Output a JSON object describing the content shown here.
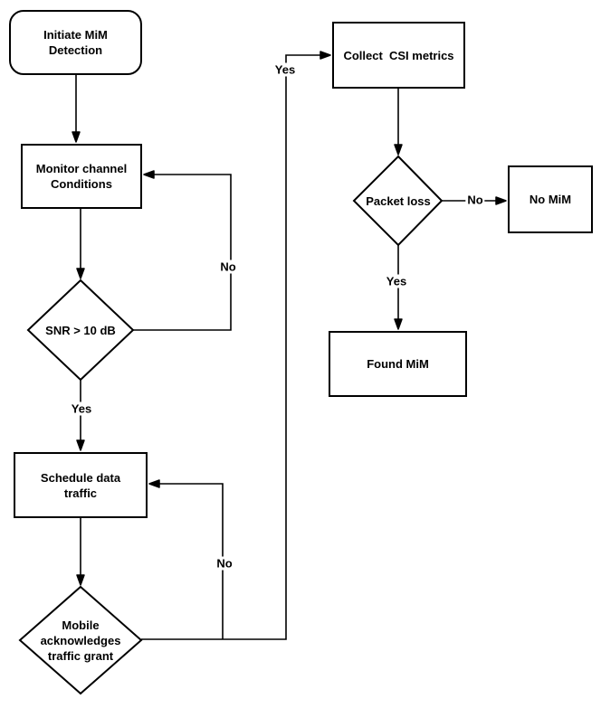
{
  "colors": {
    "stroke": "#000000",
    "node_fill": "#ffffff",
    "text": "#000000",
    "background": "#ffffff"
  },
  "nodes": {
    "start": {
      "label": "Initiate MiM\nDetection",
      "shape": "rounded-rectangle"
    },
    "monitor": {
      "label": "Monitor channel\nConditions",
      "shape": "rectangle"
    },
    "snr_decision": {
      "label": "SNR > 10 dB",
      "shape": "diamond"
    },
    "schedule": {
      "label": "Schedule data\ntraffic",
      "shape": "rectangle"
    },
    "mobile_decision": {
      "label": "Mobile\nacknowledges\ntraffic grant",
      "shape": "diamond"
    },
    "collect": {
      "label": "Collect  CSI metrics",
      "shape": "rectangle"
    },
    "packet_decision": {
      "label": "Packet loss",
      "shape": "diamond"
    },
    "no_mim": {
      "label": "No MiM",
      "shape": "rectangle"
    },
    "found_mim": {
      "label": "Found MiM",
      "shape": "rectangle"
    }
  },
  "edge_labels": {
    "snr_no": "No",
    "snr_yes": "Yes",
    "mobile_no": "No",
    "mobile_yes": "Yes",
    "packet_no": "No",
    "packet_yes": "Yes"
  },
  "edges": [
    {
      "from": "start",
      "to": "monitor",
      "label": ""
    },
    {
      "from": "monitor",
      "to": "snr_decision",
      "label": ""
    },
    {
      "from": "snr_decision",
      "to": "monitor",
      "label": "No"
    },
    {
      "from": "snr_decision",
      "to": "schedule",
      "label": "Yes"
    },
    {
      "from": "schedule",
      "to": "mobile_decision",
      "label": ""
    },
    {
      "from": "mobile_decision",
      "to": "schedule",
      "label": "No"
    },
    {
      "from": "mobile_decision",
      "to": "collect",
      "label": "Yes"
    },
    {
      "from": "collect",
      "to": "packet_decision",
      "label": ""
    },
    {
      "from": "packet_decision",
      "to": "no_mim",
      "label": "No"
    },
    {
      "from": "packet_decision",
      "to": "found_mim",
      "label": "Yes"
    }
  ]
}
